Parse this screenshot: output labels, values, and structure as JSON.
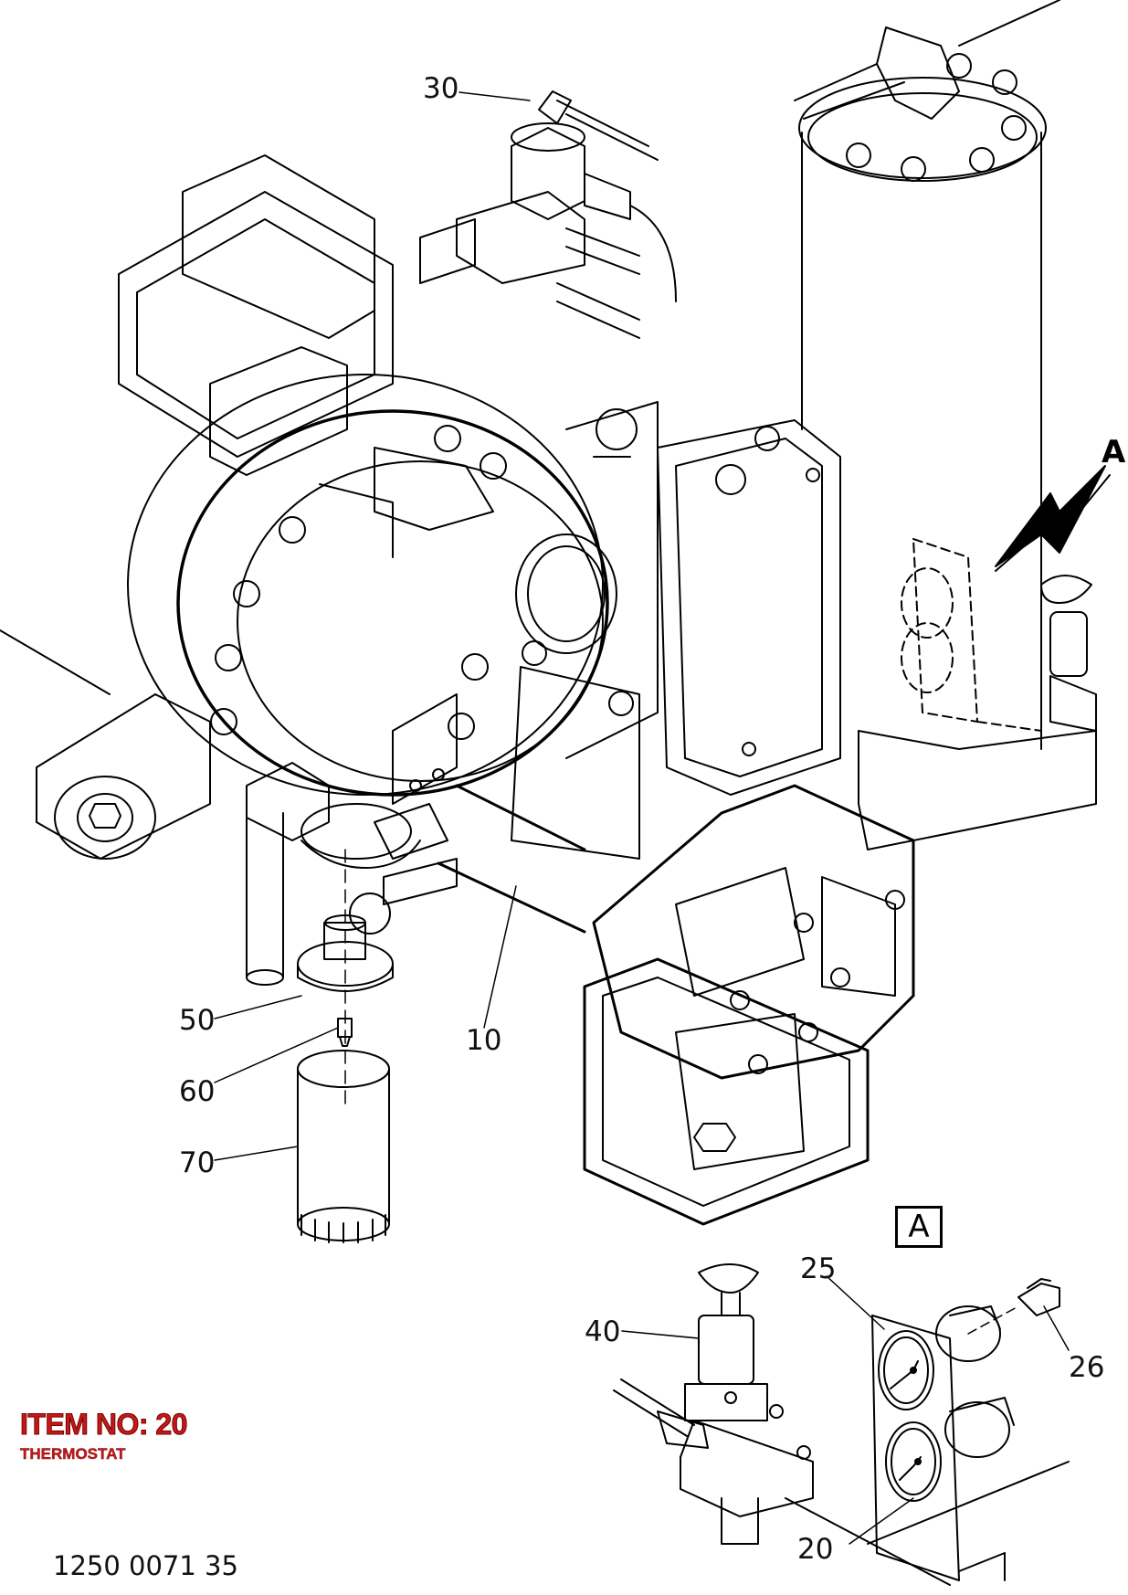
{
  "callouts": [
    {
      "id": "30",
      "label": "30"
    },
    {
      "id": "50",
      "label": "50"
    },
    {
      "id": "10",
      "label": "10"
    },
    {
      "id": "60",
      "label": "60"
    },
    {
      "id": "70",
      "label": "70"
    },
    {
      "id": "25",
      "label": "25"
    },
    {
      "id": "40",
      "label": "40"
    },
    {
      "id": "26",
      "label": "26"
    },
    {
      "id": "20",
      "label": "20"
    }
  ],
  "view": {
    "arrow_letter": "A",
    "detail_label": "A"
  },
  "item": {
    "number_text": "ITEM NO: 20",
    "description": "THERMOSTAT",
    "color": "#c21a1a"
  },
  "document": {
    "number": "1250 0071 35"
  }
}
